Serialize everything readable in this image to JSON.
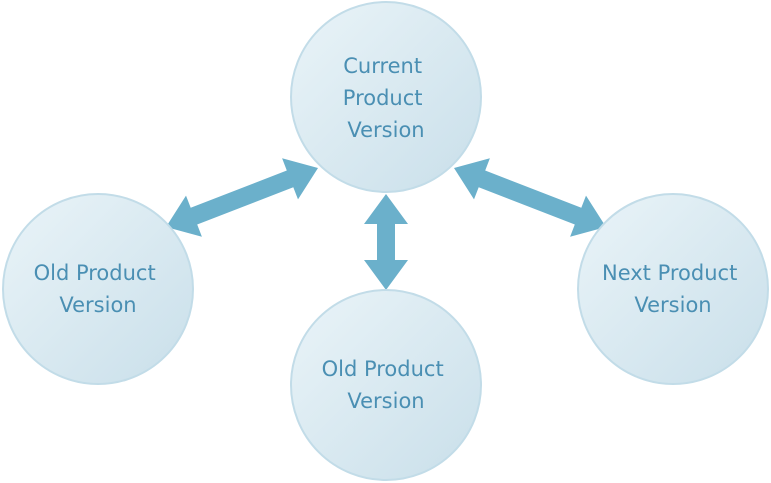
{
  "nodes": [
    {
      "id": "current",
      "lines": [
        "Current",
        "Product",
        "Version"
      ]
    },
    {
      "id": "old_left",
      "lines": [
        "Old Product",
        "Version"
      ]
    },
    {
      "id": "old_bottom",
      "lines": [
        "Old Product",
        "Version"
      ]
    },
    {
      "id": "next",
      "lines": [
        "Next Product",
        "Version"
      ]
    }
  ],
  "edges": [
    {
      "from": "current",
      "to": "old_left",
      "type": "bidirectional"
    },
    {
      "from": "current",
      "to": "old_bottom",
      "type": "bidirectional"
    },
    {
      "from": "current",
      "to": "next",
      "type": "bidirectional"
    }
  ],
  "colors": {
    "circle_fill_light": "#e6f1f6",
    "circle_fill_dark": "#c8dfea",
    "circle_stroke": "#c2dce8",
    "arrow": "#6bb0cb",
    "text": "#4a8fb3"
  }
}
